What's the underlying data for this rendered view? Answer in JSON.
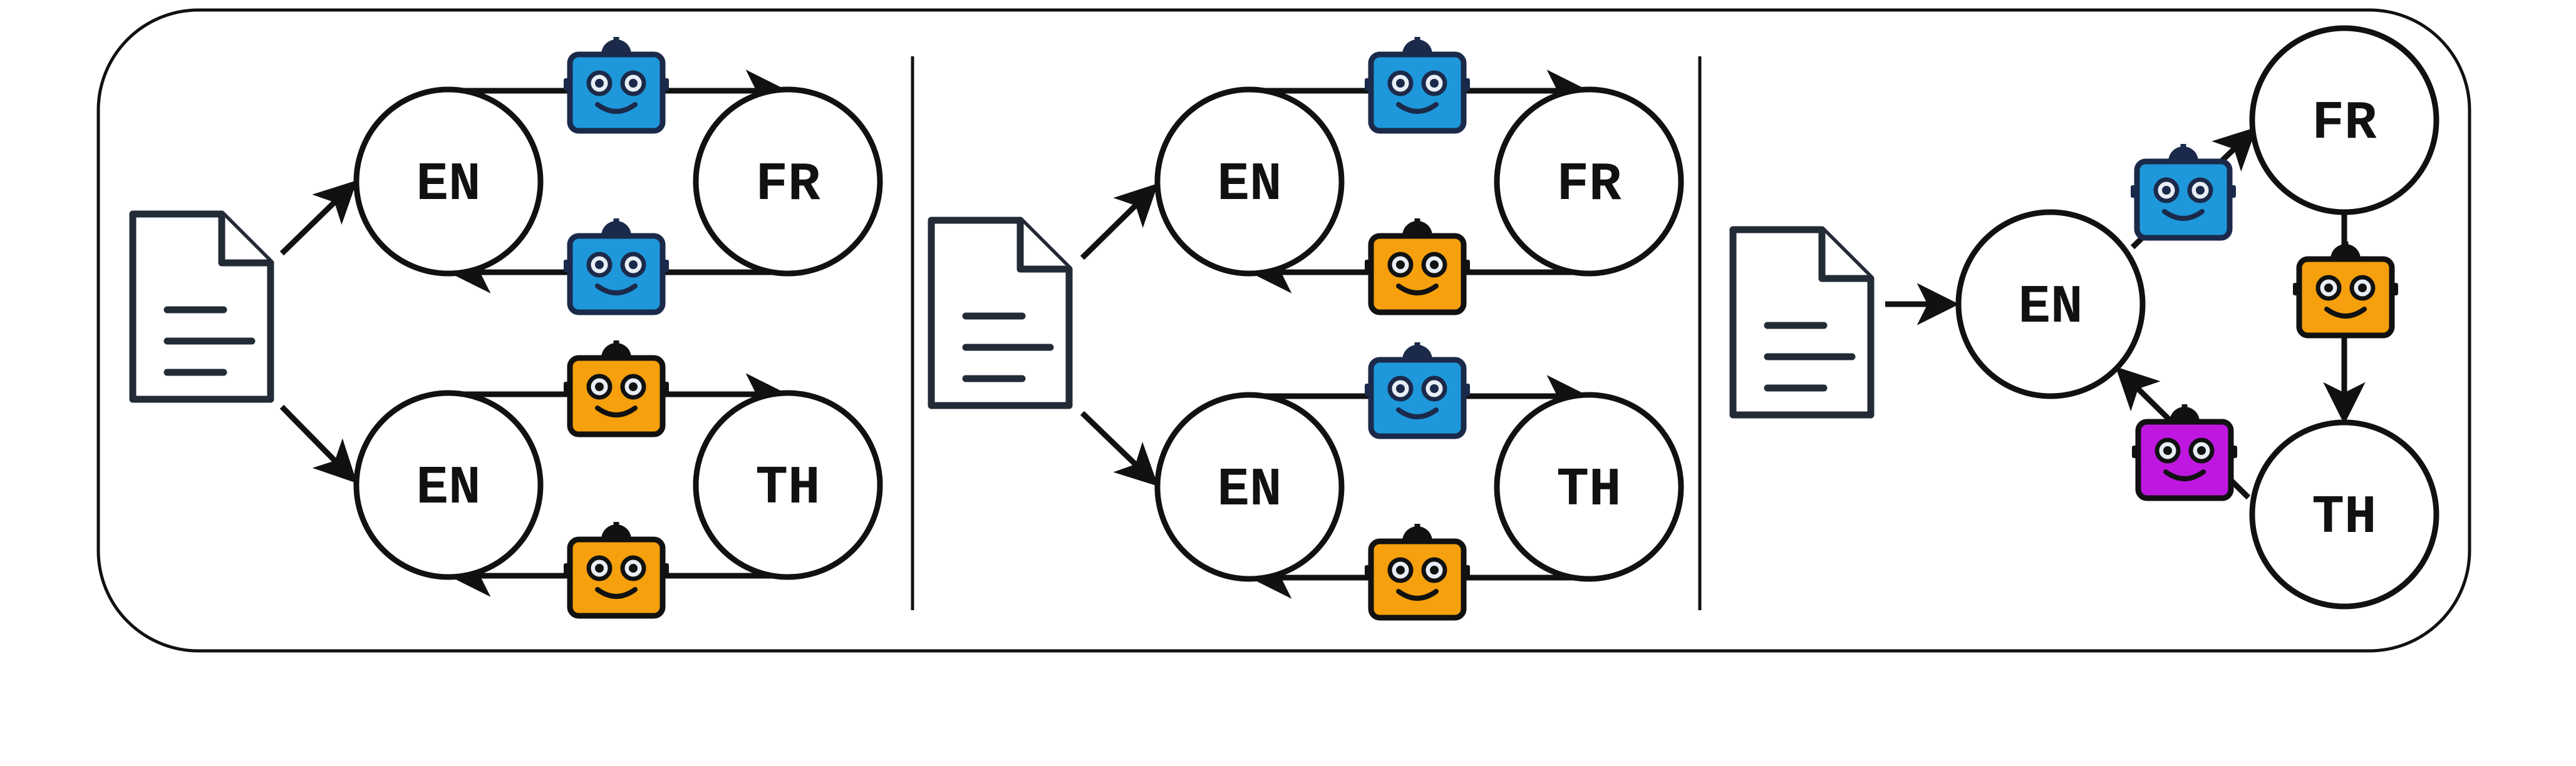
{
  "colors": {
    "robot_blue": "#1e98da",
    "robot_orange": "#f5a00c",
    "robot_purple": "#bf17e0",
    "robot_dark_outline": "#1b2a4a",
    "robot_face": "#111111",
    "line": "#111111",
    "document": "#222b36"
  },
  "icons": {
    "document": "document-icon",
    "robot": "robot-icon"
  },
  "panels": [
    {
      "name": "panel-1",
      "loops": [
        {
          "source": "EN",
          "target": "FR",
          "forward_robot": "blue",
          "backward_robot": "blue"
        },
        {
          "source": "EN",
          "target": "TH",
          "forward_robot": "orange",
          "backward_robot": "orange"
        }
      ]
    },
    {
      "name": "panel-2",
      "loops": [
        {
          "source": "EN",
          "target": "FR",
          "forward_robot": "blue",
          "backward_robot": "orange"
        },
        {
          "source": "EN",
          "target": "TH",
          "forward_robot": "blue",
          "backward_robot": "orange"
        }
      ]
    },
    {
      "name": "panel-3",
      "cycle": {
        "nodes": [
          "EN",
          "FR",
          "TH"
        ],
        "edges": [
          {
            "from": "EN",
            "to": "FR",
            "robot": "blue"
          },
          {
            "from": "FR",
            "to": "TH",
            "robot": "orange"
          },
          {
            "from": "TH",
            "to": "EN",
            "robot": "purple"
          }
        ]
      }
    }
  ]
}
